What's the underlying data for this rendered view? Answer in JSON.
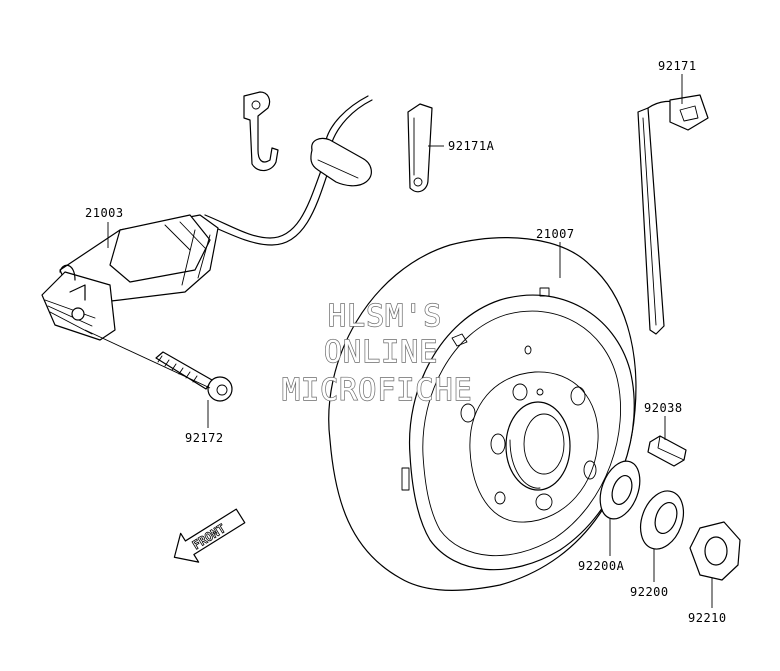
{
  "diagram": {
    "parts": [
      {
        "number": "21003"
      },
      {
        "number": "92171A"
      },
      {
        "number": "92171"
      },
      {
        "number": "21007"
      },
      {
        "number": "92172"
      },
      {
        "number": "92038"
      },
      {
        "number": "92200A"
      },
      {
        "number": "92200"
      },
      {
        "number": "92210"
      }
    ],
    "watermark": {
      "line1": "HLSM'S",
      "line2": "ONLINE",
      "line3": "MICROFICHE"
    },
    "front_arrow": {
      "label": "FRONT"
    }
  }
}
